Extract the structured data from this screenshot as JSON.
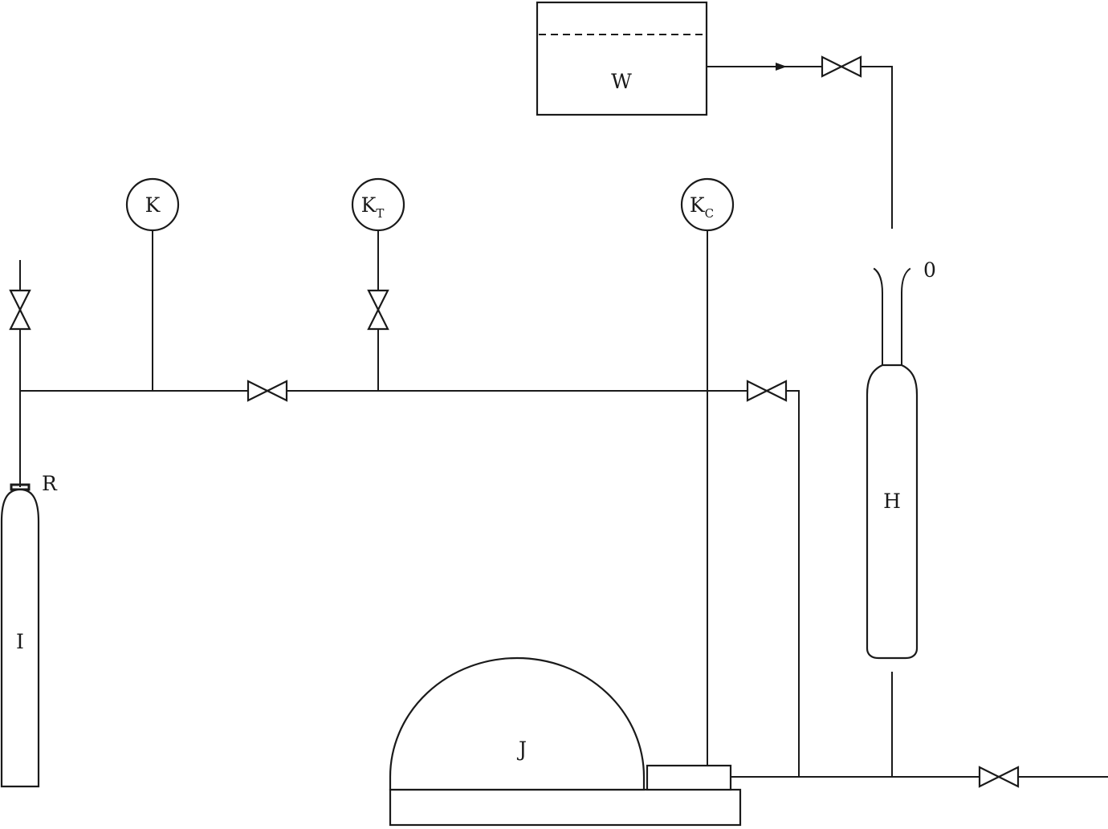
{
  "labels": {
    "tank": "W",
    "gauge_k": "K",
    "gauge_kt_main": "K",
    "gauge_kt_sub": "T",
    "gauge_kc_main": "K",
    "gauge_kc_sub": "C",
    "cylinder_i": "I",
    "regulator": "R",
    "vessel_h": "H",
    "zero_mark": "0",
    "chamber": "J"
  }
}
